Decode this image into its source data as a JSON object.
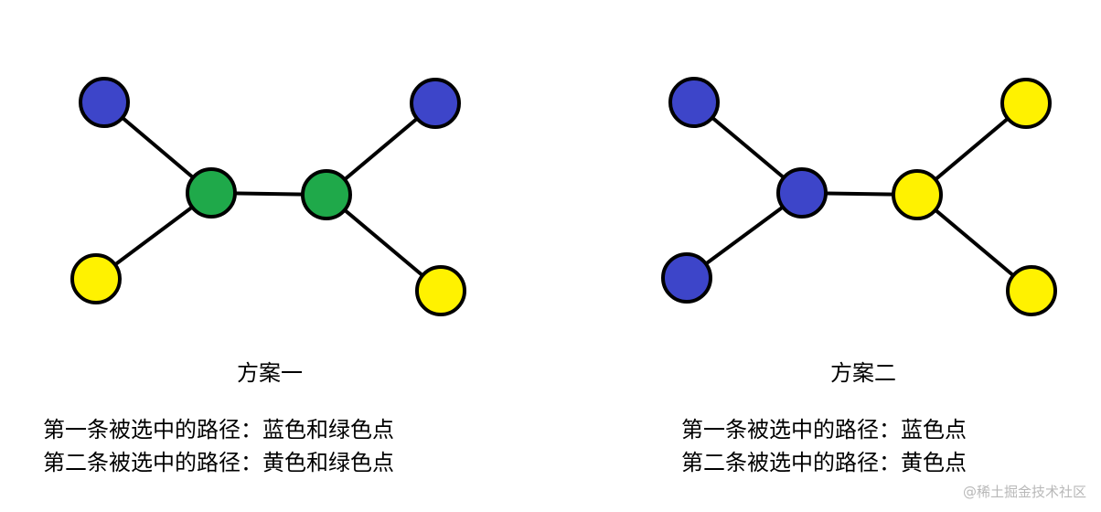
{
  "colors": {
    "blue": "#3d45c9",
    "green": "#1fa94a",
    "yellow": "#fff200",
    "stroke": "#000000"
  },
  "left": {
    "title": "方案一",
    "line1": "第一条被选中的路径：蓝色和绿色点",
    "line2": "第二条被选中的路径：黄色和绿色点",
    "node_colors": [
      "blue",
      "yellow",
      "green",
      "green",
      "blue",
      "yellow"
    ]
  },
  "right": {
    "title": "方案二",
    "line1": "第一条被选中的路径：蓝色点",
    "line2": "第二条被选中的路径：黄色点",
    "node_colors": [
      "blue",
      "blue",
      "blue",
      "yellow",
      "yellow",
      "yellow"
    ]
  },
  "watermark": "@稀土掘金技术社区"
}
